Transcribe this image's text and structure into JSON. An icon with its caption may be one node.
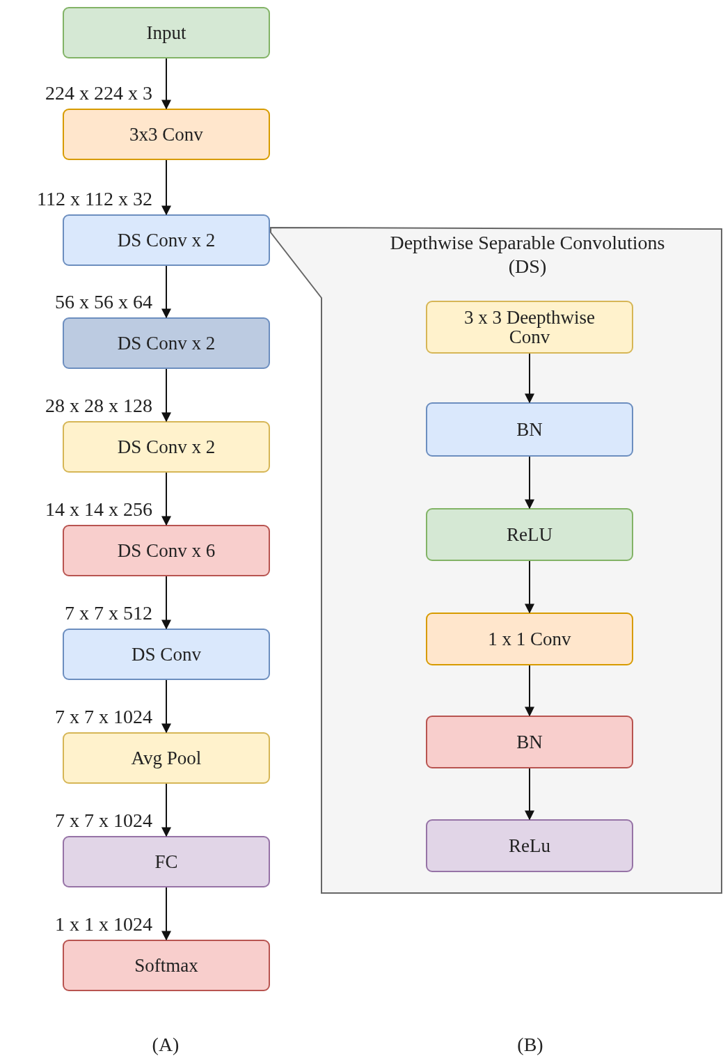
{
  "diagram": {
    "nodes": [
      {
        "text": [
          "Input"
        ]
      },
      {
        "text": [
          "3x3 Conv"
        ]
      },
      {
        "text": [
          "DS Conv x 2"
        ]
      },
      {
        "text": [
          "DS Conv x 2"
        ]
      },
      {
        "text": [
          "DS Conv x 2"
        ]
      },
      {
        "text": [
          "DS Conv x 6"
        ]
      },
      {
        "text": [
          "DS Conv"
        ]
      },
      {
        "text": [
          "Avg Pool"
        ]
      },
      {
        "text": [
          "FC"
        ]
      },
      {
        "text": [
          "Softmax"
        ]
      },
      {
        "text": [
          "Depthwise Separable Convolutions (DS)"
        ]
      },
      {
        "text": [
          "3 x 3 Deepthwise Conv"
        ],
        "in": 10
      },
      {
        "text": [
          "BN"
        ],
        "in": 10
      },
      {
        "text": [
          "ReLU"
        ],
        "in": 10
      },
      {
        "text": [
          "1 x 1 Conv"
        ],
        "in": 10
      },
      {
        "text": [
          "BN"
        ],
        "in": 10
      },
      {
        "text": [
          "ReLu"
        ],
        "in": 10
      }
    ],
    "edges": [
      {
        "from": 0,
        "to": 1,
        "arrow": "to",
        "label": "224 x 224 x 3"
      },
      {
        "from": 1,
        "to": 2,
        "arrow": "to",
        "label": "112 x 112 x 32"
      },
      {
        "from": 2,
        "to": 3,
        "arrow": "to",
        "label": "56 x 56 x 64"
      },
      {
        "from": 3,
        "to": 4,
        "arrow": "to",
        "label": "28 x 28 x 128"
      },
      {
        "from": 4,
        "to": 5,
        "arrow": "to",
        "label": "14 x 14 x 256"
      },
      {
        "from": 5,
        "to": 6,
        "arrow": "to",
        "label": "7 x 7 x 512"
      },
      {
        "from": 6,
        "to": 7,
        "arrow": "to",
        "label": "7 x 7 x 1024"
      },
      {
        "from": 7,
        "to": 8,
        "arrow": "to",
        "label": "7 x 7 x 1024"
      },
      {
        "from": 8,
        "to": 9,
        "arrow": "to",
        "label": "1 x 1 x 1024"
      },
      {
        "from": 11,
        "to": 12,
        "arrow": "to"
      },
      {
        "from": 12,
        "to": 13,
        "arrow": "to"
      },
      {
        "from": 13,
        "to": 14,
        "arrow": "to"
      },
      {
        "from": 14,
        "to": 15,
        "arrow": "to"
      },
      {
        "from": 15,
        "to": 16,
        "arrow": "to"
      }
    ],
    "labels": [
      "(A)",
      "(B)"
    ]
  }
}
